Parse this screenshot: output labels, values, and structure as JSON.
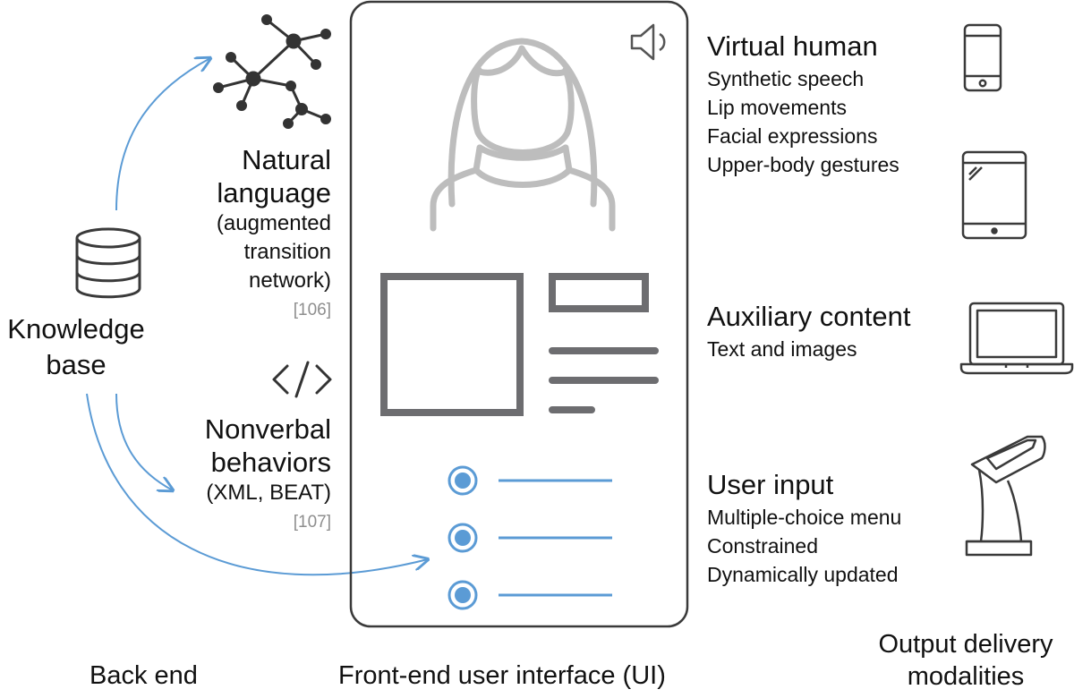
{
  "knowledge_base": {
    "line1": "Knowledge",
    "line2": "base",
    "icon": "database-icon"
  },
  "natural_language": {
    "title_line1": "Natural",
    "title_line2": "language",
    "detail_line1": "(augmented",
    "detail_line2": "transition",
    "detail_line3": "network)",
    "ref": "[106]",
    "icon": "network-graph-icon"
  },
  "nonverbal": {
    "title_line1": "Nonverbal",
    "title_line2": "behaviors",
    "detail": "(XML, BEAT)",
    "ref": "[107]",
    "icon": "code-tag-icon"
  },
  "sections": {
    "virtual_human": {
      "title": "Virtual human",
      "items": [
        "Synthetic speech",
        "Lip movements",
        "Facial expressions",
        "Upper-body gestures"
      ]
    },
    "auxiliary_content": {
      "title": "Auxiliary content",
      "items": [
        "Text and images"
      ]
    },
    "user_input": {
      "title": "User input",
      "items": [
        "Multiple-choice menu",
        "Constrained",
        "Dynamically updated"
      ]
    }
  },
  "bottom_labels": {
    "back_end": "Back end",
    "front_end": "Front-end user interface (UI)",
    "output_line1": "Output delivery",
    "output_line2": "modalities"
  },
  "devices": [
    "smartphone-icon",
    "tablet-icon",
    "laptop-icon",
    "kiosk-icon"
  ],
  "colors": {
    "accent": "#5b9bd5",
    "dark_gray": "#6d6d70",
    "light_gray": "#bdbdbd",
    "outline": "#3a3a3a"
  }
}
